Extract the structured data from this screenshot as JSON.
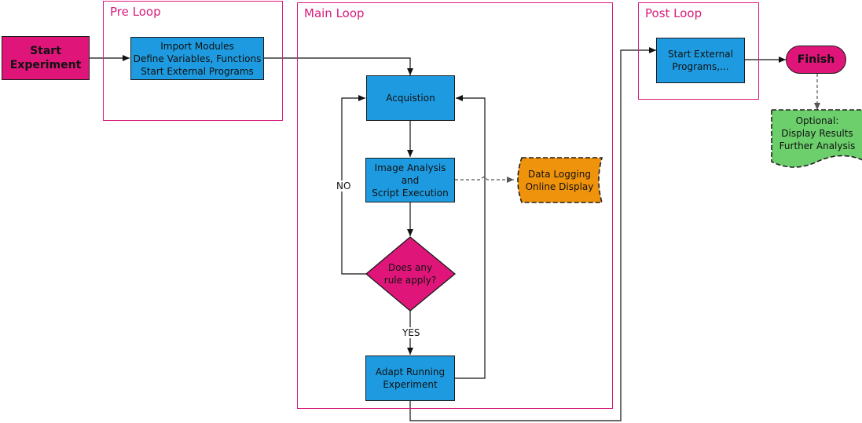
{
  "groups": {
    "pre_loop": "Pre Loop",
    "main_loop": "Main Loop",
    "post_loop": "Post Loop"
  },
  "nodes": {
    "start": "Start\nExperiment",
    "pre_process": "Import Modules\nDefine Variables, Functions\nStart External Programs",
    "acquisition": "Acquistion",
    "image_analysis": "Image Analysis\nand\nScript Execution",
    "decision": "Does any\nrule apply?",
    "adapt": "Adapt Running\nExperiment",
    "data_logging": "Data Logging\nOnline Display",
    "post_process": "Start External\nPrograms,...",
    "finish": "Finish",
    "optional": "Optional:\nDisplay Results\nFurther Analysis"
  },
  "edge_labels": {
    "no": "NO",
    "yes": "YES"
  },
  "colors": {
    "group_border": "#d81b7a",
    "process": "#1e9be0",
    "terminal": "#e0157a",
    "data_output": "#f0930c",
    "document": "#6ccf6c"
  }
}
